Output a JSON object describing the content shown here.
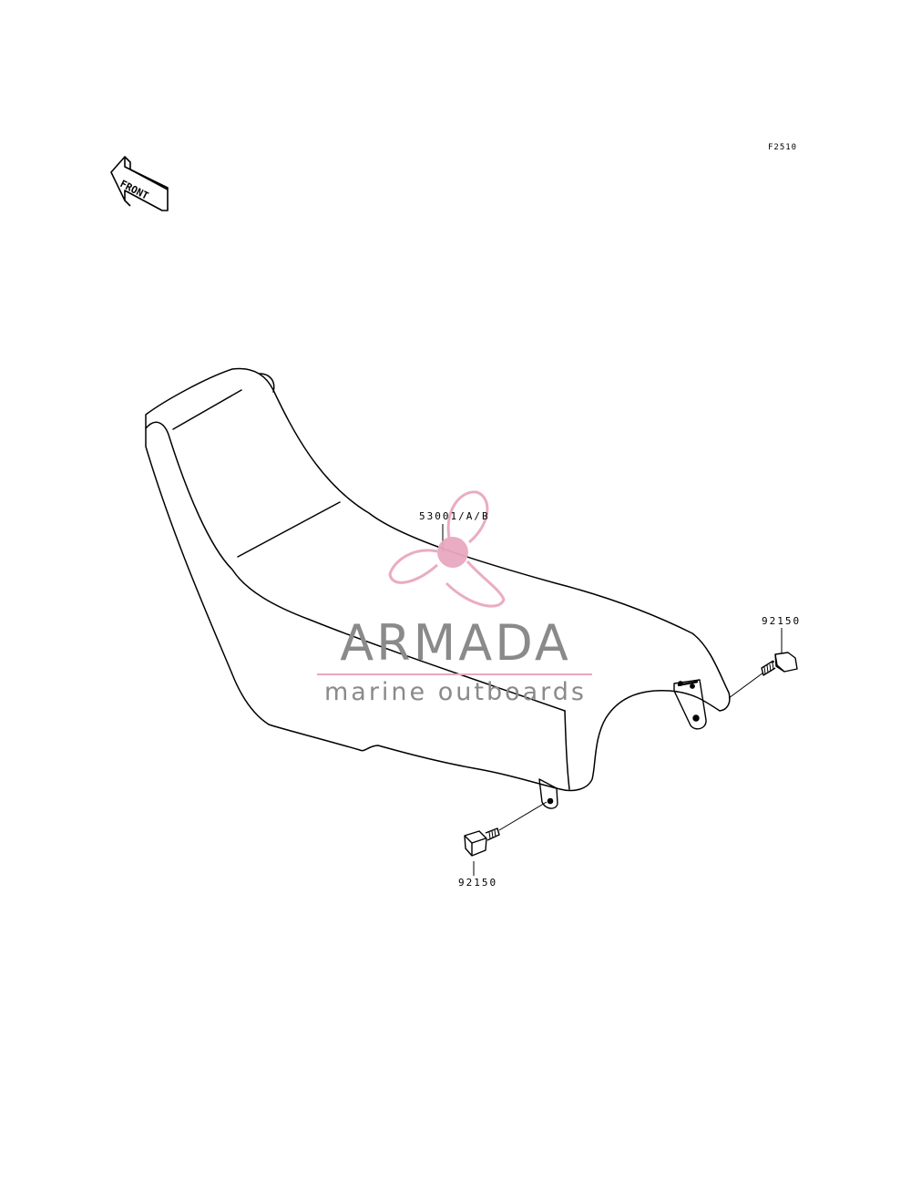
{
  "figure_code": "F2510",
  "front_arrow": {
    "label": "FRONT"
  },
  "parts": {
    "seat": "53001/A/B",
    "bolt_right": "92150",
    "bolt_left": "92150"
  },
  "watermark": {
    "title": "ARMADA",
    "subtitle": "marine outboards",
    "logo_icon": "propeller-icon",
    "logo_color": "#e8a8c0",
    "text_color": "#8a8a8a"
  }
}
